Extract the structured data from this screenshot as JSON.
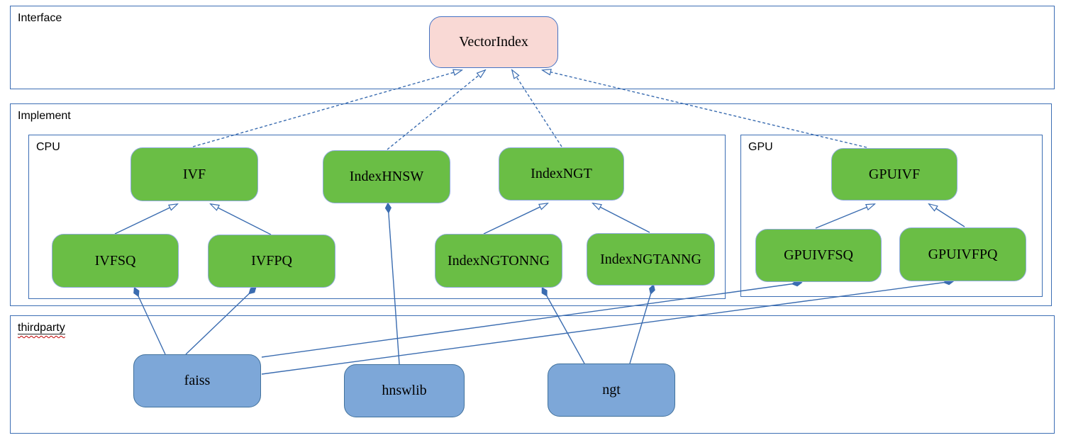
{
  "colors": {
    "canvas_bg": "#ffffff",
    "container_border": "#3c6eb4",
    "connector": "#3a6cb0",
    "class_fill": "#6abe45",
    "class_border": "#8faadc",
    "interface_fill": "#f9d9d5",
    "interface_border": "#4472c4",
    "lib_fill": "#7da7d8",
    "lib_border": "#41719c",
    "label_color": "#000000",
    "spellcheck_squiggle": "#c00000"
  },
  "containers": {
    "interface": {
      "label": "Interface"
    },
    "implement": {
      "label": "Implement"
    },
    "cpu": {
      "label": "CPU"
    },
    "gpu": {
      "label": "GPU"
    },
    "thirdparty": {
      "label": "thirdparty"
    }
  },
  "nodes": {
    "vectorindex": {
      "label": "VectorIndex",
      "type": "interface"
    },
    "ivf": {
      "label": "IVF",
      "type": "class"
    },
    "ivfsq": {
      "label": "IVFSQ",
      "type": "class"
    },
    "ivfpq": {
      "label": "IVFPQ",
      "type": "class"
    },
    "indexhnsw": {
      "label": "IndexHNSW",
      "type": "class"
    },
    "indexngt": {
      "label": "IndexNGT",
      "type": "class"
    },
    "indexngtonng": {
      "label": "IndexNGTONNG",
      "type": "class"
    },
    "indexngtanng": {
      "label": "IndexNGTANNG",
      "type": "class"
    },
    "gpuivf": {
      "label": "GPUIVF",
      "type": "class"
    },
    "gpuivfsq": {
      "label": "GPUIVFSQ",
      "type": "class"
    },
    "gpuivfpq": {
      "label": "GPUIVFPQ",
      "type": "class"
    },
    "faiss": {
      "label": "faiss",
      "type": "library"
    },
    "hnswlib": {
      "label": "hnswlib",
      "type": "library"
    },
    "ngt": {
      "label": "ngt",
      "type": "library"
    }
  },
  "edges": [
    {
      "from": "IVF",
      "to": "VectorIndex",
      "type": "realization-dashed-arrow"
    },
    {
      "from": "IndexHNSW",
      "to": "VectorIndex",
      "type": "realization-dashed-arrow"
    },
    {
      "from": "IndexNGT",
      "to": "VectorIndex",
      "type": "realization-dashed-arrow"
    },
    {
      "from": "GPUIVF",
      "to": "VectorIndex",
      "type": "realization-dashed-arrow"
    },
    {
      "from": "IVFSQ",
      "to": "IVF",
      "type": "inheritance-hollow-triangle"
    },
    {
      "from": "IVFPQ",
      "to": "IVF",
      "type": "inheritance-hollow-triangle"
    },
    {
      "from": "IndexNGTONNG",
      "to": "IndexNGT",
      "type": "inheritance-hollow-triangle"
    },
    {
      "from": "IndexNGTANNG",
      "to": "IndexNGT",
      "type": "inheritance-hollow-triangle"
    },
    {
      "from": "GPUIVFSQ",
      "to": "GPUIVF",
      "type": "inheritance-hollow-triangle"
    },
    {
      "from": "GPUIVFPQ",
      "to": "GPUIVF",
      "type": "inheritance-hollow-triangle"
    },
    {
      "from": "IVFSQ",
      "to": "faiss",
      "type": "composition-filled-diamond"
    },
    {
      "from": "IVFPQ",
      "to": "faiss",
      "type": "composition-filled-diamond"
    },
    {
      "from": "IndexHNSW",
      "to": "hnswlib",
      "type": "composition-filled-diamond"
    },
    {
      "from": "IndexNGTONNG",
      "to": "ngt",
      "type": "composition-filled-diamond"
    },
    {
      "from": "IndexNGTANNG",
      "to": "ngt",
      "type": "composition-filled-diamond"
    },
    {
      "from": "GPUIVFSQ",
      "to": "faiss",
      "type": "composition-filled-diamond"
    },
    {
      "from": "GPUIVFPQ",
      "to": "faiss",
      "type": "composition-filled-diamond"
    }
  ]
}
